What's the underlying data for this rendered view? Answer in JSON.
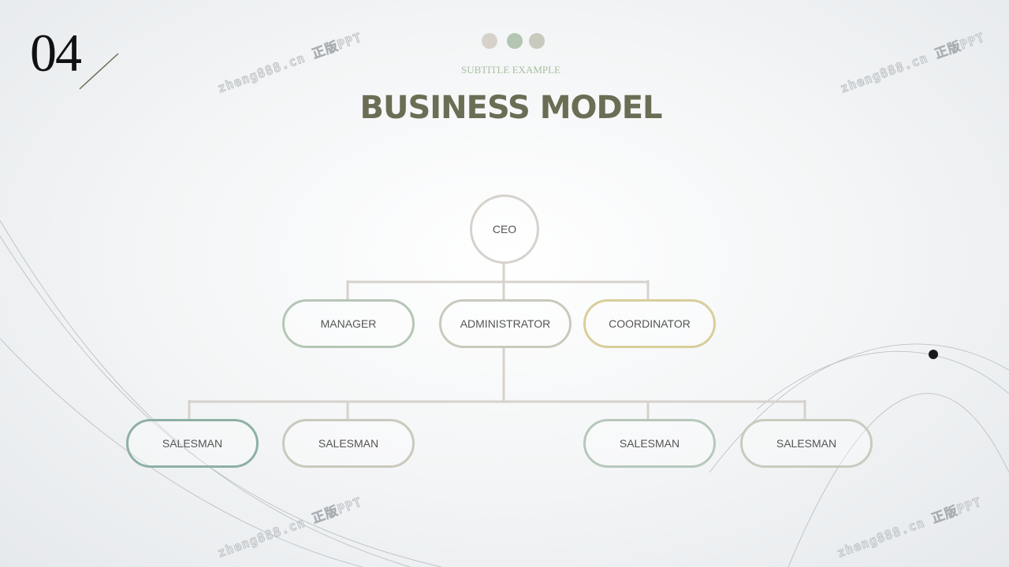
{
  "slide": {
    "number": "04",
    "subtitle": "SUBTITLE EXAMPLE",
    "title": "BUSINESS MODEL"
  },
  "colors": {
    "dots": [
      "#d7d2c9",
      "#b4c5b2",
      "#c7cabc"
    ],
    "title": "#6b6d55",
    "subtitle": "#a9c0a3"
  },
  "org": {
    "ceo": "CEO",
    "level2": [
      {
        "label": "MANAGER",
        "color": "#b6c6b6"
      },
      {
        "label": "ADMINISTRATOR",
        "color": "#c9c9bd"
      },
      {
        "label": "COORDINATOR",
        "color": "#d8ce9b"
      }
    ],
    "level3": [
      {
        "label": "SALESMAN",
        "color": "#8eb0a5"
      },
      {
        "label": "SALESMAN",
        "color": "#c9c9bd"
      },
      {
        "label": "SALESMAN",
        "color": "#b7c8bb"
      },
      {
        "label": "SALESMAN",
        "color": "#c8cbbd"
      }
    ]
  },
  "watermark": "zheng888.cn 正版PPT"
}
